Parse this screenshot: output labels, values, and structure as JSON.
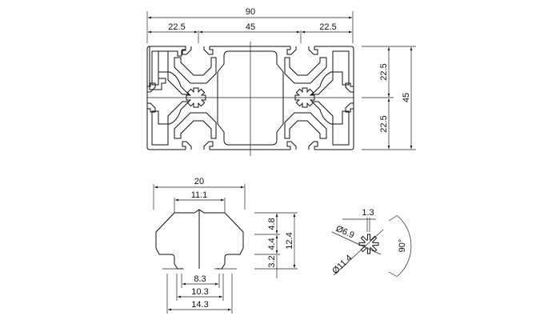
{
  "profile_drawing": {
    "overall_width": "90",
    "left_pitch": "22.5",
    "center_pitch": "45",
    "right_pitch": "22.5",
    "upper_height": "22.5",
    "lower_height": "22.5",
    "overall_height": "45"
  },
  "slot_detail": {
    "width": "20",
    "top_width": "11.1",
    "height_top": "4.8",
    "height_mid": "4.4",
    "height_bottom": "3.2",
    "total_height": "12.4",
    "opening_inner": "8.3",
    "opening_mid": "10.3",
    "opening_outer": "14.3"
  },
  "core_detail": {
    "spline_width": "1.3",
    "inner_diameter": "Ø6.9",
    "outer_diameter": "Ø11.4",
    "angle": "90°"
  }
}
